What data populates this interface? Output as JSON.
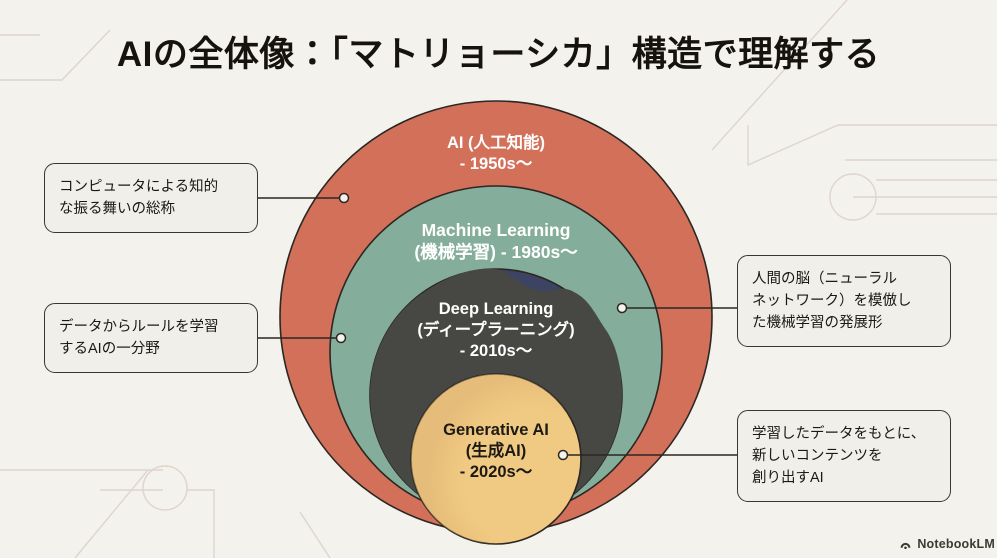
{
  "title": "AIの全体像：「マトリョーシカ」構造で理解する",
  "colors": {
    "background": "#f4f2ec",
    "ai_red": "#d3705a",
    "ml_green": "#85ad9b",
    "dl_navy": "#3c4363",
    "dl_gray": "#474744",
    "gai_tan": "#f0c982",
    "text_dark": "#16120f",
    "callout_border": "#3a3632",
    "callout_fill": "#f1efe9",
    "decor_line": "#ded5cb"
  },
  "rings": [
    {
      "key": "ai",
      "name": "AI",
      "title": "AI (人工知能)",
      "era": "- 1950s〜",
      "color": "#d3705a"
    },
    {
      "key": "ml",
      "name": "Machine Learning",
      "title": "Machine Learning",
      "era": "(機械学習) - 1980s〜",
      "color": "#85ad9b"
    },
    {
      "key": "dl",
      "name": "Deep Learning",
      "title": "Deep Learning",
      "subtitle": "(ディープラーニング)",
      "era": "- 2010s〜",
      "color": "#474744"
    },
    {
      "key": "gai",
      "name": "Generative AI",
      "title": "Generative AI",
      "subtitle": "(生成AI)",
      "era": "- 2020s〜",
      "color": "#f0c982"
    }
  ],
  "callouts": {
    "ai": {
      "lines": [
        "コンピュータによる知的",
        "な振る舞いの総称"
      ]
    },
    "ml": {
      "lines": [
        "データからルールを学習",
        "するAIの一分野"
      ]
    },
    "dl": {
      "lines": [
        "人間の脳（ニューラル",
        "ネットワーク）を模倣し",
        "た機械学習の発展形"
      ]
    },
    "gai": {
      "lines": [
        "学習したデータをもとに、",
        "新しいコンテンツを",
        "創り出すAI"
      ]
    }
  },
  "watermark": {
    "label": "NotebookLM",
    "icon": "notebooklm-icon"
  }
}
